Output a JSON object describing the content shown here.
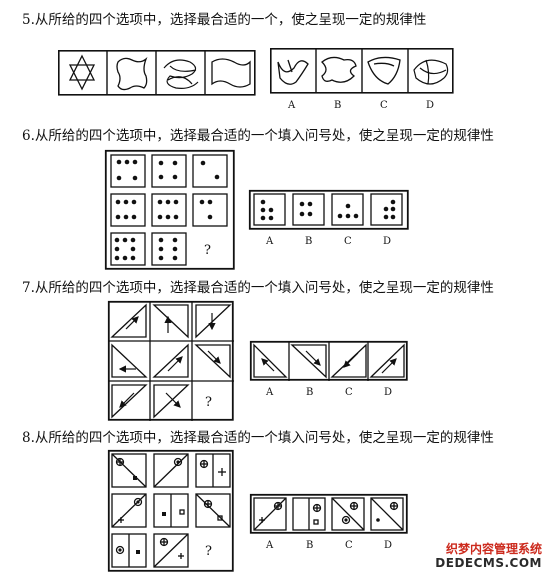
{
  "q5": {
    "title": "5.从所给的四个选项中，选择最合适的一个，使之呈现一定的规律性"
  },
  "q6": {
    "title": "6.从所给的四个选项中，选择最合适的一个填入问号处，使之呈现一定的规律性"
  },
  "q7": {
    "title": "7.从所给的四个选项中，选择最合适的一个填入问号处，使之呈现一定的规律性"
  },
  "q8": {
    "title": "8.从所给的四个选项中，选择最合适的一个填入问号处，使之呈现一定的规律性"
  },
  "option_labels": [
    "A",
    "B",
    "C",
    "D"
  ],
  "question_mark": "?",
  "watermark": {
    "line1": "织梦内容管理系统",
    "line2": "DEDECMS.COM"
  }
}
